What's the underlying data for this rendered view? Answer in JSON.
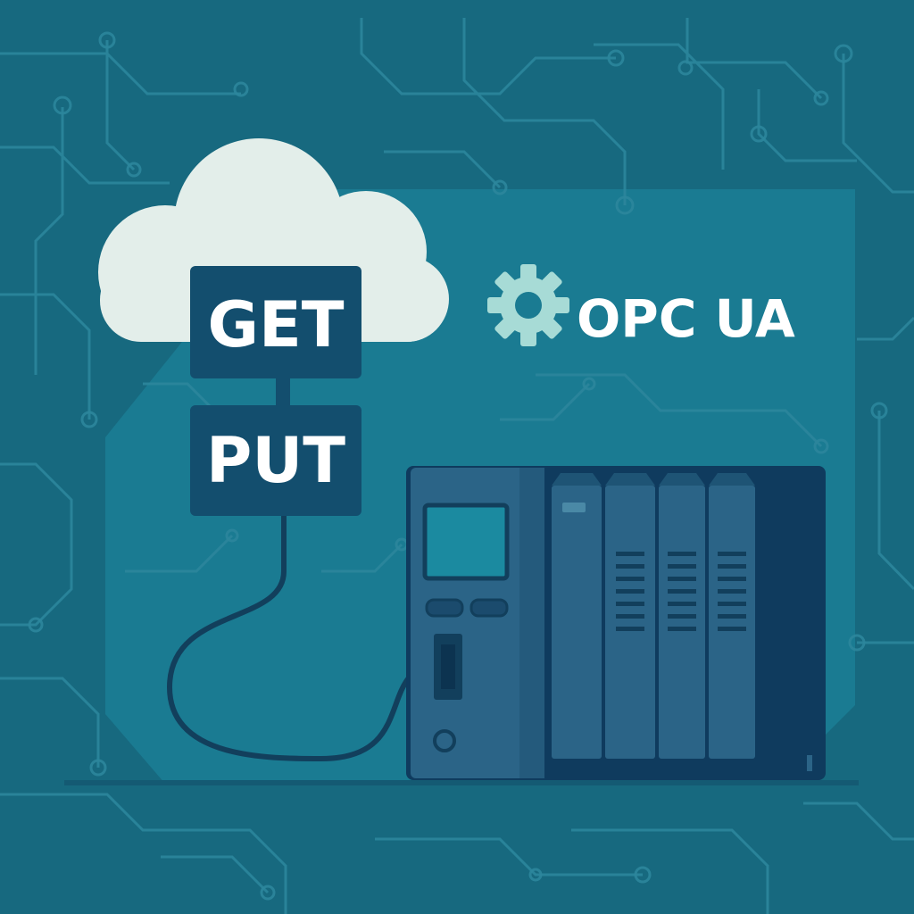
{
  "cloud": {
    "get_label": "GET",
    "put_label": "PUT"
  },
  "logo": {
    "text": "OPC UA",
    "icon": "gear-icon"
  },
  "colors": {
    "background": "#17697f",
    "panel": "#1a7d94",
    "circuit": "#2b849a",
    "cloud": "#e3eeea",
    "label_box": "#134e6e",
    "label_text": "#ffffff",
    "gear": "#a7dbd6",
    "cable": "#123f5c",
    "plc_body": "#2b6487",
    "plc_dark": "#0f3b5e",
    "plc_screen": "#1b8aa0"
  }
}
